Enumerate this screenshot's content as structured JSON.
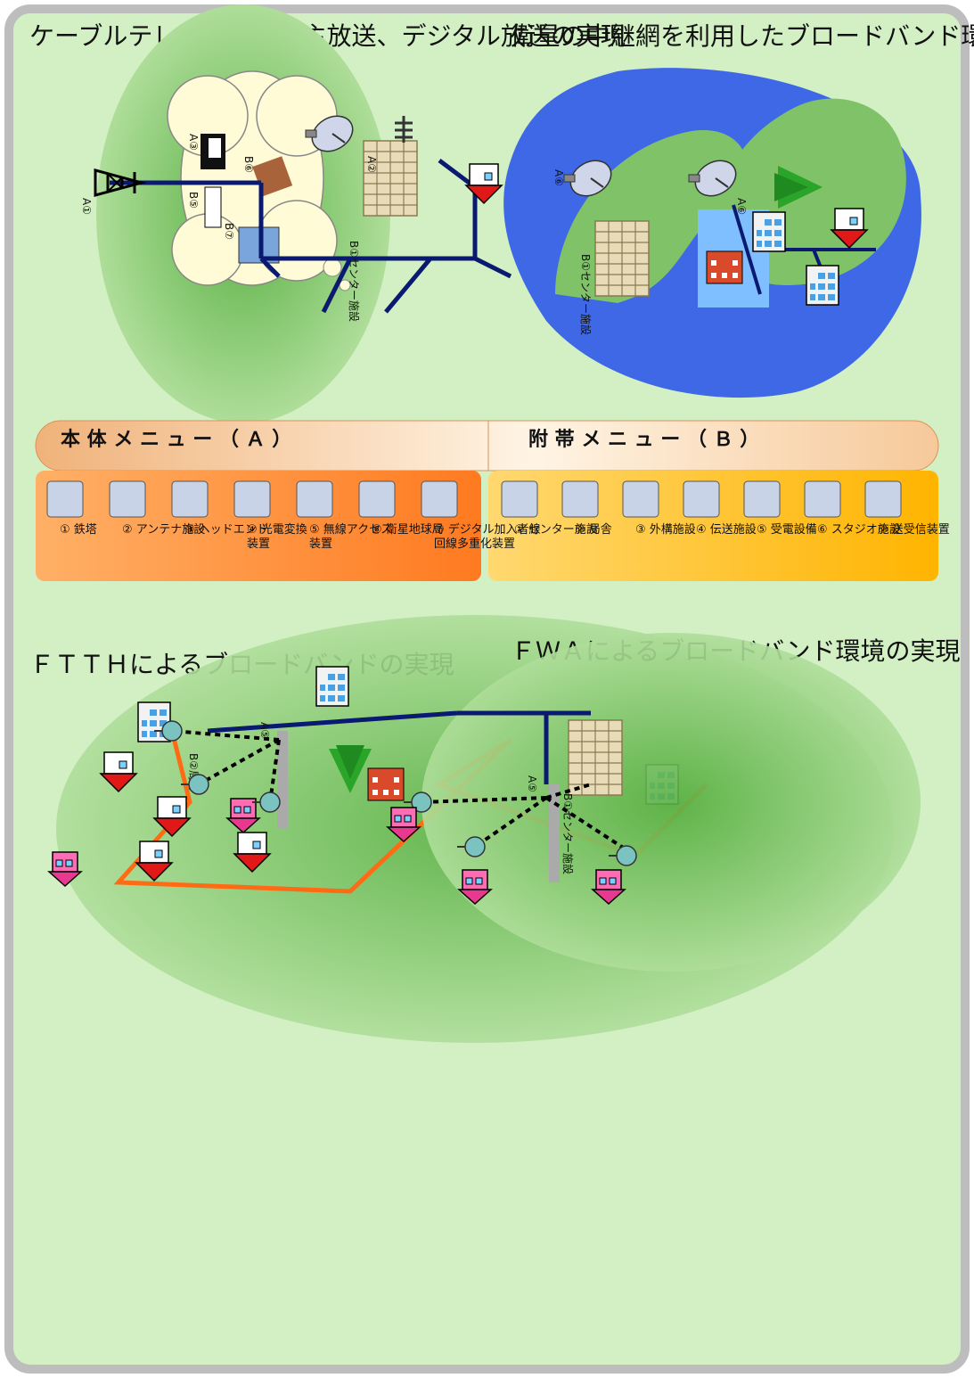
{
  "panels": {
    "cable_tv": {
      "title": "ケーブルテレビによる自主放送、デジタル放送の実現",
      "labels": {
        "a1": "A①",
        "a2": "A②",
        "a3": "A③",
        "b1": "B①センター施設",
        "b5": "B⑤",
        "b6": "B⑥",
        "b7": "B⑦"
      }
    },
    "ftth": {
      "title": "ＦＴＴＨによるブロードバンドの実現",
      "labels": {
        "b2": "B②局舎"
      }
    },
    "satellite": {
      "title": "衛星の中継網を利用したブロードバンド環境の実現",
      "labels": {
        "a6_left": "A⑥",
        "a6_right": "A⑥",
        "b1": "B①センター施設"
      }
    },
    "fwa": {
      "title": "ＦＷＡによるブロードバンド環境の実現",
      "labels": {
        "a5_left": "A⑤",
        "a5_right": "A⑤",
        "b1": "B①センター施設"
      }
    }
  },
  "menus": {
    "main": {
      "title": "本 体 メ ニ ュ ー （ Ａ ）",
      "items": [
        {
          "num": "①",
          "label": "鉄塔",
          "label2": "",
          "icon": "tower-icon"
        },
        {
          "num": "②",
          "label": "アンテナ施設",
          "label2": "",
          "icon": "antenna-icon"
        },
        {
          "num": "③",
          "label": "ヘッドエンド",
          "label2": "",
          "icon": "headend-icon"
        },
        {
          "num": "④",
          "label": "光電変換",
          "label2": "装置",
          "icon": "converter-icon"
        },
        {
          "num": "⑤",
          "label": "無線アクセス",
          "label2": "装置",
          "icon": "wireless-icon"
        },
        {
          "num": "⑥",
          "label": "衛星地球局",
          "label2": "",
          "icon": "satellite-dish-icon"
        },
        {
          "num": "⑦",
          "label": "デジタル加入者線",
          "label2": "回線多重化装置",
          "icon": "multiplexer-icon"
        }
      ]
    },
    "sub": {
      "title": "附 帯 メ ニ ュ ー （ Ｂ ）",
      "items": [
        {
          "num": "①",
          "label": "センター施設",
          "label2": "",
          "icon": "center-building-icon"
        },
        {
          "num": "②",
          "label": "局舎",
          "label2": "",
          "icon": "office-building-icon"
        },
        {
          "num": "③",
          "label": "外構施設",
          "label2": "",
          "icon": "fence-icon"
        },
        {
          "num": "④",
          "label": "伝送施設",
          "label2": "",
          "icon": "transmission-icon"
        },
        {
          "num": "⑤",
          "label": "受電設備",
          "label2": "",
          "icon": "power-panel-icon"
        },
        {
          "num": "⑥",
          "label": "スタジオ施設",
          "label2": "",
          "icon": "studio-camera-icon"
        },
        {
          "num": "⑦",
          "label": "送受信装置",
          "label2": "",
          "icon": "transceiver-icon"
        }
      ]
    }
  },
  "colors": {
    "background": "#d2f0c4",
    "ellipse": "#7fc268",
    "sea": "#3f68e6",
    "line_navy": "#0a1a70",
    "fiber_orange": "#ff6a14",
    "menu_orange": "#ff9933",
    "menu_yellow": "#ffc830"
  }
}
